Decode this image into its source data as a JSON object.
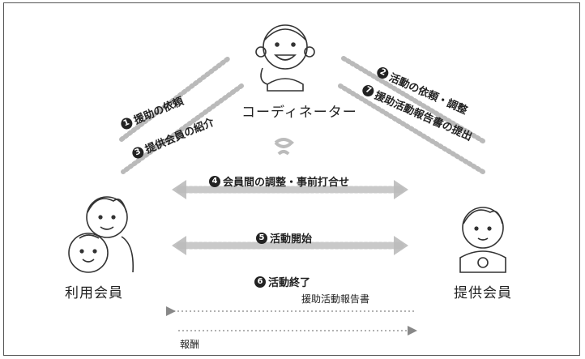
{
  "roles": {
    "coordinator": "コーディネーター",
    "user_member": "利用会員",
    "provider_member": "提供会員"
  },
  "steps": {
    "s1": {
      "num": "1",
      "label": "援助の依頼"
    },
    "s2": {
      "num": "2",
      "label": "活動の依頼・調整"
    },
    "s3": {
      "num": "3",
      "label": "提供会員の紹介"
    },
    "s4": {
      "num": "4",
      "label": "会員間の調整・事前打合せ"
    },
    "s5": {
      "num": "5",
      "label": "活動開始"
    },
    "s6": {
      "num": "6",
      "label": "活動終了"
    },
    "s7": {
      "num": "7",
      "label": "援助活動報告書の提出"
    }
  },
  "labels": {
    "report": "援助活動報告書",
    "fee": "報酬"
  },
  "icons": [
    "coordinator-person-icon",
    "user-parent-child-icon",
    "provider-person-icon"
  ]
}
